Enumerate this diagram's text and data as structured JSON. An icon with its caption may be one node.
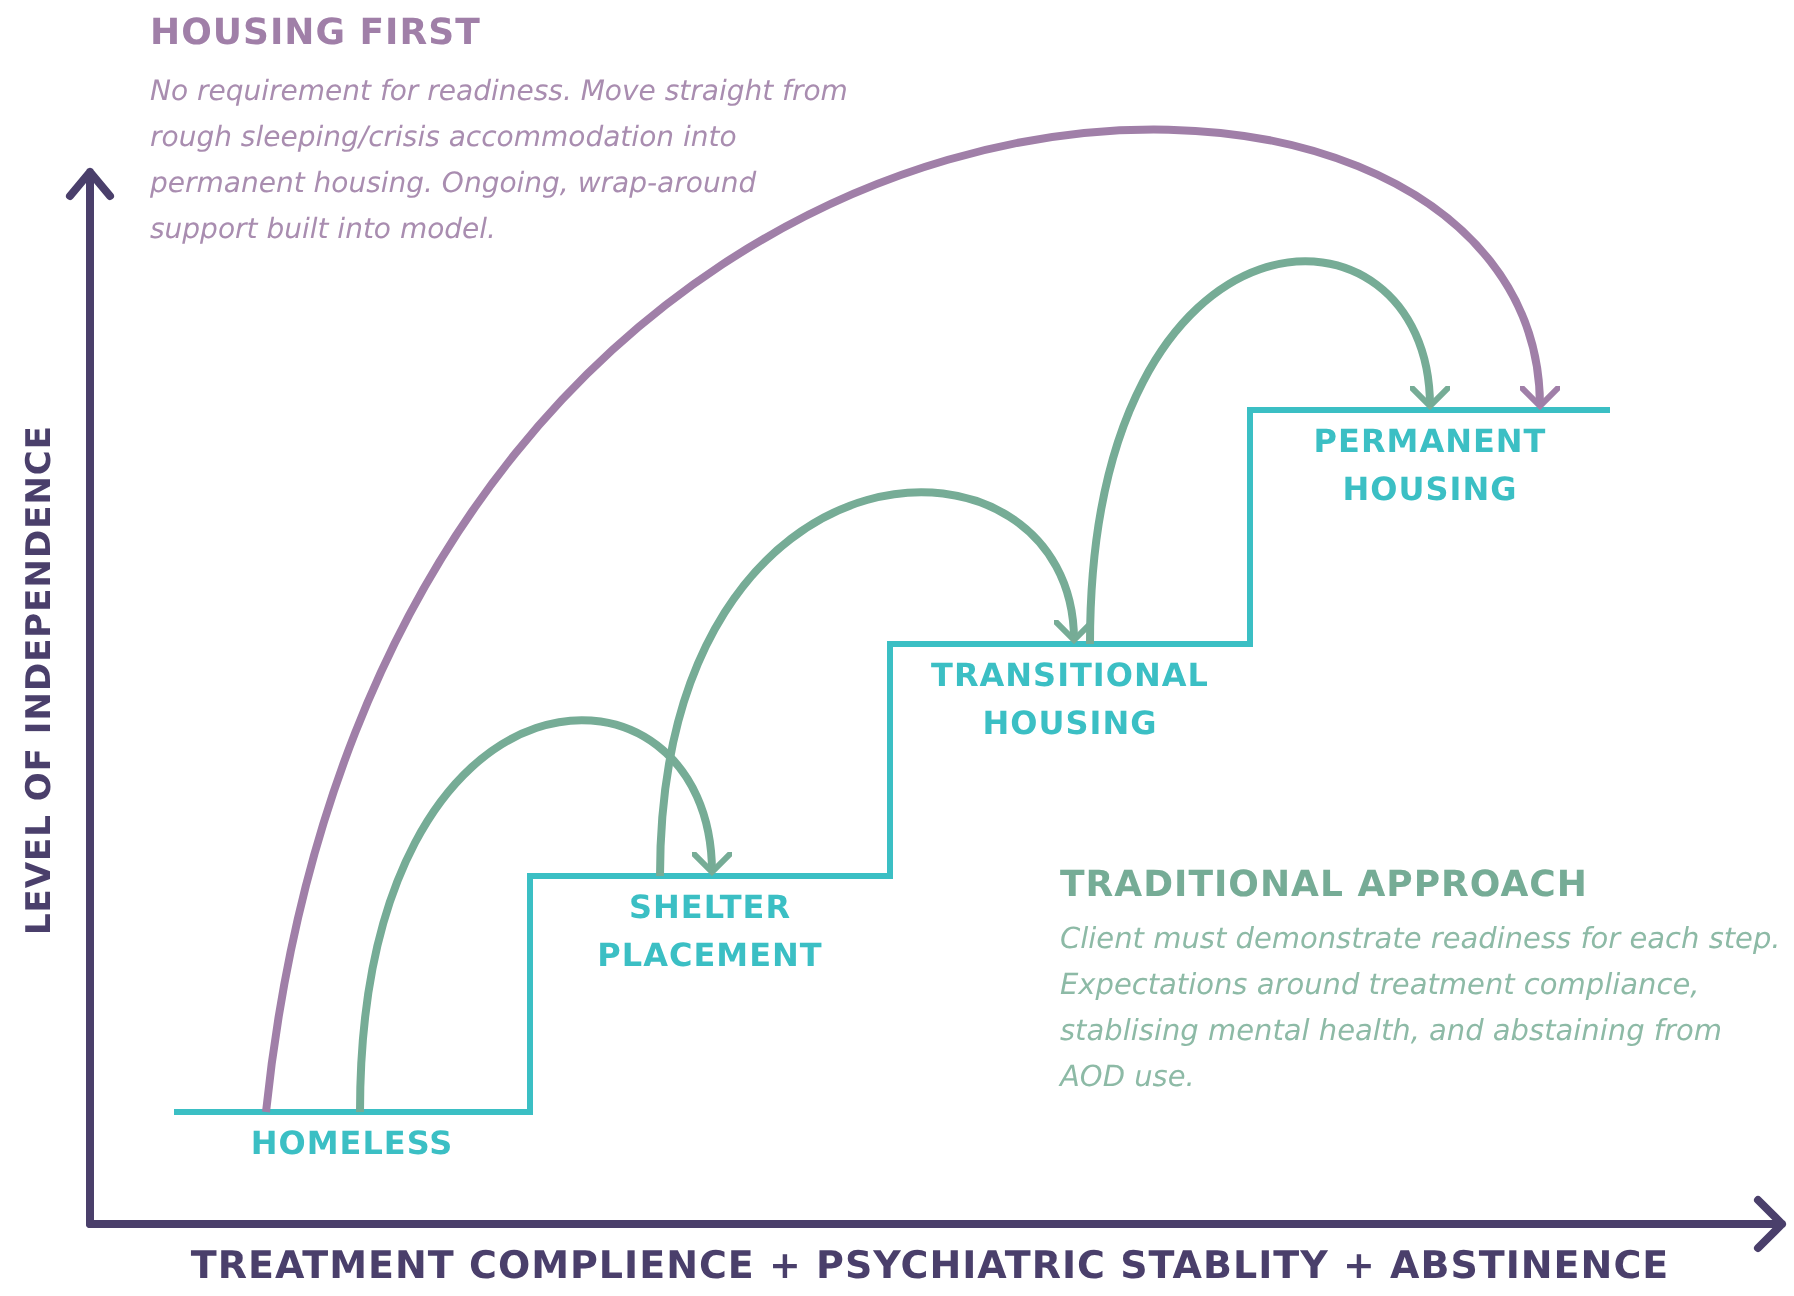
{
  "diagram": {
    "nodes": [
      {
        "text": [
          "HOMELESS"
        ]
      },
      {
        "text": [
          "SHELTER PLACEMENT"
        ]
      },
      {
        "text": [
          "TRANSITIONAL HOUSING"
        ]
      },
      {
        "text": [
          "PERMANENT HOUSING"
        ]
      }
    ],
    "edges": [
      {
        "from": 0,
        "to": 3,
        "arrow": "to",
        "color": "#a07fa8"
      },
      {
        "from": 0,
        "to": 1,
        "arrow": "to"
      },
      {
        "from": 1,
        "to": 2,
        "arrow": "to"
      },
      {
        "from": 2,
        "to": 3,
        "arrow": "to"
      }
    ],
    "labels": [
      "HOUSING FIRST",
      "No requirement for readiness. Move straight from rough sleeping/crisis accommodation into permanent housing. Ongoing, wrap-around support built into model.",
      "LEVEL OF INDEPENDENCE",
      "TRADITIONAL APPROACH",
      "Client must demonstrate readiness for each step. Expectations around treatment compliance, stablising mental health, and abstaining from AOD use.",
      "TREATMENT COMPLIENCE + PSYCHIATRIC STABLITY + ABSTINENCE"
    ]
  }
}
